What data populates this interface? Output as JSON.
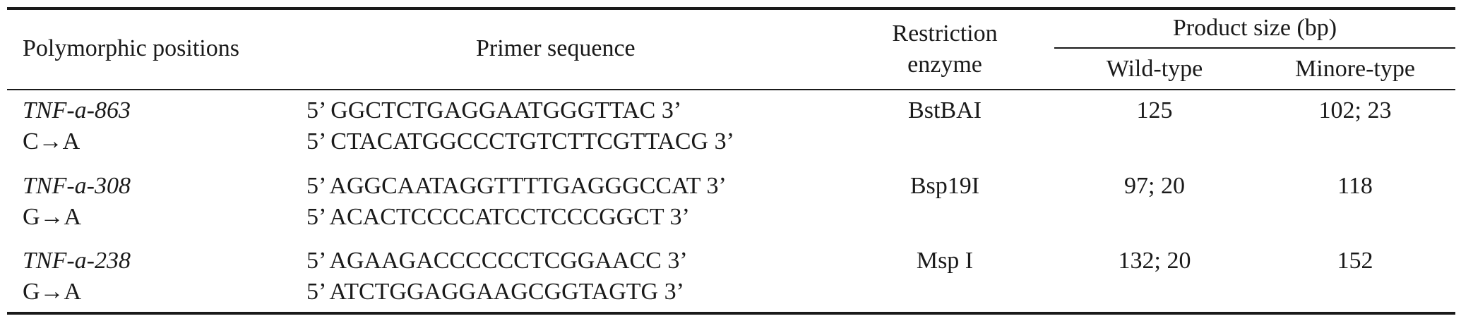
{
  "table": {
    "headers": {
      "polymorphic_positions": "Polymorphic positions",
      "primer_sequence": "Primer sequence",
      "restriction_enzyme_line1": "Restriction",
      "restriction_enzyme_line2": "enzyme",
      "product_size": "Product size (bp)",
      "wild_type": "Wild-type",
      "minore_type": "Minore-type"
    },
    "rows": [
      {
        "position": "TNF-a-863",
        "change": "C→A",
        "primer_forward": "5’ GGCTCTGAGGAATGGGTTAC 3’",
        "primer_reverse": "5’ CTACATGGCCCTGTCTTCGTTACG 3’",
        "enzyme": "BstBAI",
        "wild_type": "125",
        "minore_type": "102; 23"
      },
      {
        "position": "TNF-a-308",
        "change": "G→A",
        "primer_forward": "5’ AGGCAATAGGTTTTGAGGGCCAT 3’",
        "primer_reverse": "5’ ACACTCCCCATCCTCCCGGCT 3’",
        "enzyme": "Bsp19I",
        "wild_type": "97; 20",
        "minore_type": "118"
      },
      {
        "position": "TNF-a-238",
        "change": "G→A",
        "primer_forward": "5’ AGAAGACCCCCCTCGGAACC 3’",
        "primer_reverse": "5’ ATCTGGAGGAAGCGGTAGTG 3’",
        "enzyme": "Msp I",
        "wild_type": "132; 20",
        "minore_type": "152"
      }
    ]
  }
}
